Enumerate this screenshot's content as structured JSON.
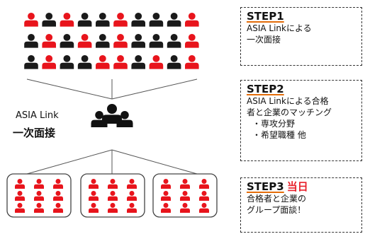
{
  "candidate_grid": {
    "rows": 3,
    "cols": 10,
    "red_cells": [
      [
        0,
        0
      ],
      [
        0,
        2
      ],
      [
        0,
        5
      ],
      [
        0,
        9
      ],
      [
        1,
        1
      ],
      [
        1,
        3
      ],
      [
        1,
        5
      ],
      [
        1,
        9
      ],
      [
        2,
        1
      ],
      [
        2,
        4
      ],
      [
        2,
        5
      ],
      [
        2,
        7
      ],
      [
        2,
        9
      ]
    ],
    "red_color": "#e8141c",
    "black_color": "#1a1a1a"
  },
  "interviewer": {
    "org_label": "ASIA Link",
    "interview_label": "一次面接"
  },
  "groups": {
    "count": 3,
    "people_per_group": 9,
    "frame_color": "#444444"
  },
  "steps": [
    {
      "title": "STEP1",
      "title_extra": "",
      "lines": [
        "ASIA Linkによる",
        "一次面接"
      ],
      "bullets": []
    },
    {
      "title": "STEP2",
      "title_extra": "",
      "lines": [
        "ASIA Linkによる合格",
        "者と企業のマッチング"
      ],
      "bullets": [
        "・専攻分野",
        "・希望職種 他"
      ]
    },
    {
      "title": "STEP3",
      "title_extra": "当日",
      "lines": [
        "合格者と企業の",
        "グループ面談！"
      ],
      "bullets": []
    }
  ],
  "accent_color": "#e8202a",
  "underline_color": "#e36c09"
}
